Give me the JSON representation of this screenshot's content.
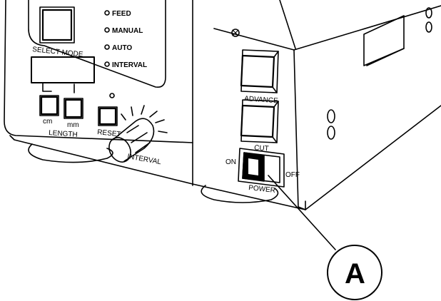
{
  "panel": {
    "select_mode": "SELECT MODE",
    "modes": [
      "FEED",
      "MANUAL",
      "AUTO",
      "INTERVAL"
    ],
    "length_label": "LENGTH",
    "cm": "cm",
    "mm": "mm",
    "reset": "RESET",
    "interval_knob": "INTERVAL"
  },
  "side": {
    "advance": "ADVANCE",
    "cut": "CUT",
    "on": "ON",
    "off": "OFF",
    "power": "POWER"
  },
  "callout": {
    "label": "A"
  }
}
